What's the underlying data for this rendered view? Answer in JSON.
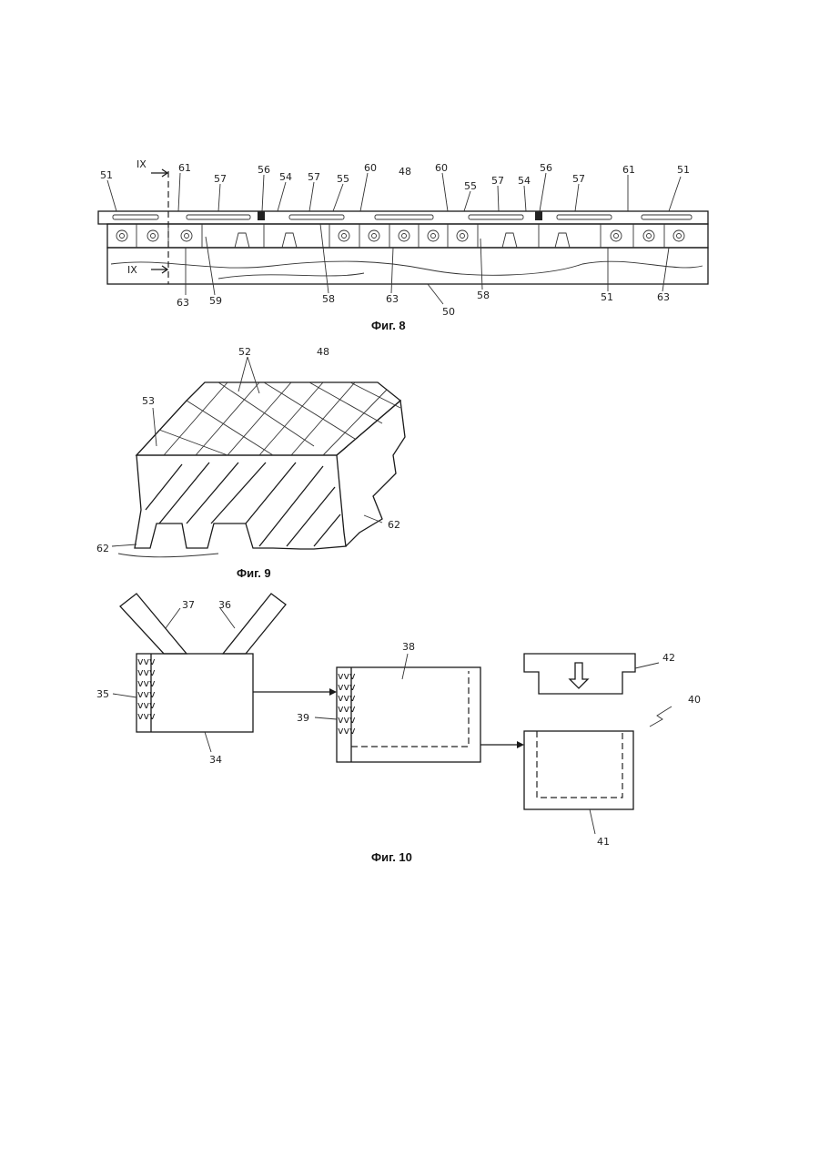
{
  "fig8": {
    "caption": "Фиг. 8",
    "labels": {
      "l51a": "51",
      "l51b": "51",
      "l51c": "51",
      "lIXtop": "IX",
      "lIXbottom": "IX",
      "l61a": "61",
      "l61b": "61",
      "l57a": "57",
      "l57b": "57",
      "l57c": "57",
      "l57d": "57",
      "l56a": "56",
      "l56b": "56",
      "l54a": "54",
      "l54b": "54",
      "l55a": "55",
      "l55b": "55",
      "l60a": "60",
      "l60b": "60",
      "l48": "48",
      "l63a": "63",
      "l63b": "63",
      "l63c": "63",
      "l59": "59",
      "l58a": "58",
      "l58b": "58",
      "l50": "50"
    }
  },
  "fig9": {
    "caption": "Фиг. 9",
    "labels": {
      "l52": "52",
      "l48": "48",
      "l53": "53",
      "l62a": "62",
      "l62b": "62"
    }
  },
  "fig10": {
    "caption": "Фиг. 10",
    "labels": {
      "l37": "37",
      "l36": "36",
      "l35": "35",
      "l34": "34",
      "l38": "38",
      "l39": "39",
      "l42": "42",
      "l40": "40",
      "l41": "41"
    }
  }
}
